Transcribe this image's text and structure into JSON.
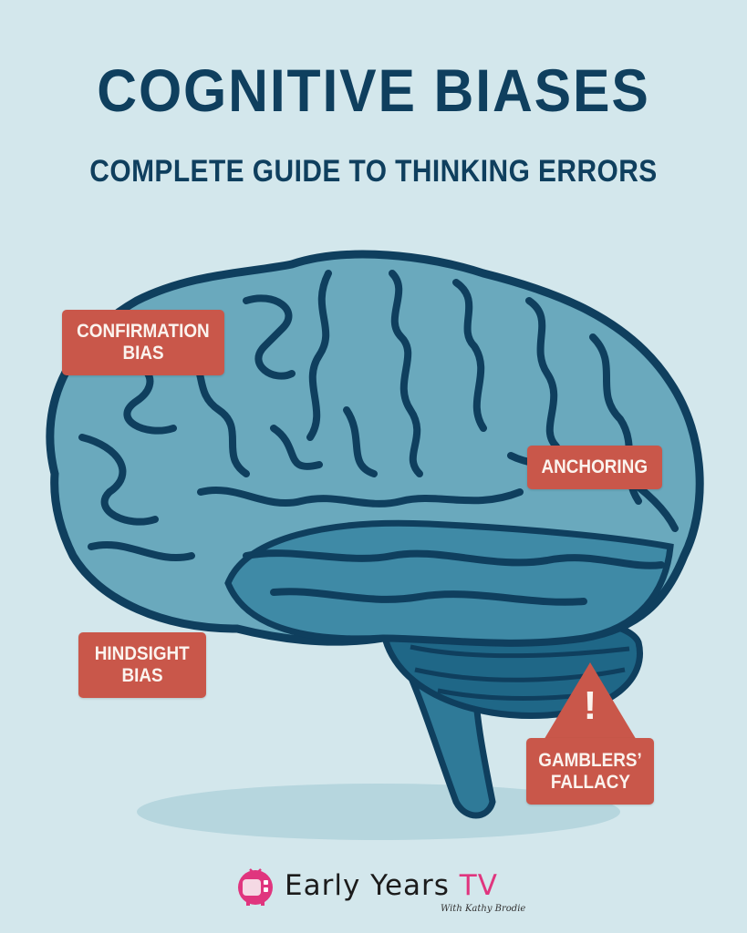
{
  "header": {
    "title": "COGNITIVE BIASES",
    "subtitle": "COMPLETE GUIDE TO THINKING ERRORS"
  },
  "labels": {
    "confirmation_bias": {
      "line1": "CONFIRMATION",
      "line2": "BIAS"
    },
    "anchoring": {
      "line1": "ANCHORING"
    },
    "hindsight_bias": {
      "line1": "HINDSIGHT",
      "line2": "BIAS"
    },
    "gamblers_fallacy": {
      "icon": "warning-icon",
      "symbol": "!",
      "line1": "GAMBLERS’",
      "line2": "FALLACY"
    }
  },
  "illustration": {
    "subject": "brain-illustration"
  },
  "footer": {
    "logo_icon": "tv-icon",
    "brand_main": "Early Years ",
    "brand_accent": "TV",
    "brand_sub": "With Kathy Brodie"
  },
  "colors": {
    "background": "#d3e7ec",
    "title": "#0f3f5e",
    "label_bg": "#c9574a",
    "label_text": "#fbf3ee",
    "brain_light": "#6aa9bd",
    "brain_mid": "#2f7a98",
    "brain_outline": "#0f3f5e",
    "brand_pink": "#e0357e"
  }
}
